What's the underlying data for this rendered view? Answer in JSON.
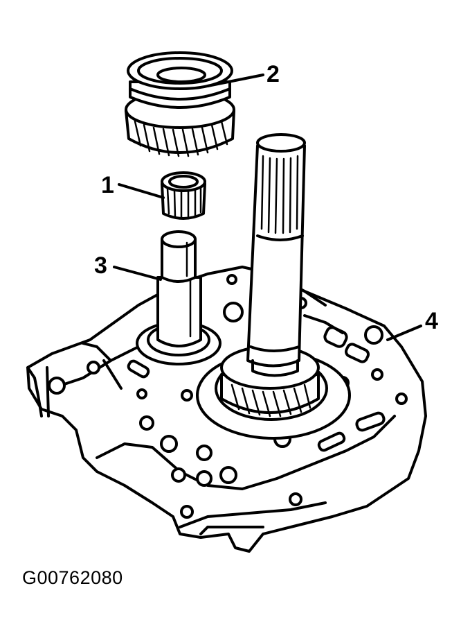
{
  "callouts": {
    "c1": "1",
    "c2": "2",
    "c3": "3",
    "c4": "4"
  },
  "figure_code": "G00762080"
}
